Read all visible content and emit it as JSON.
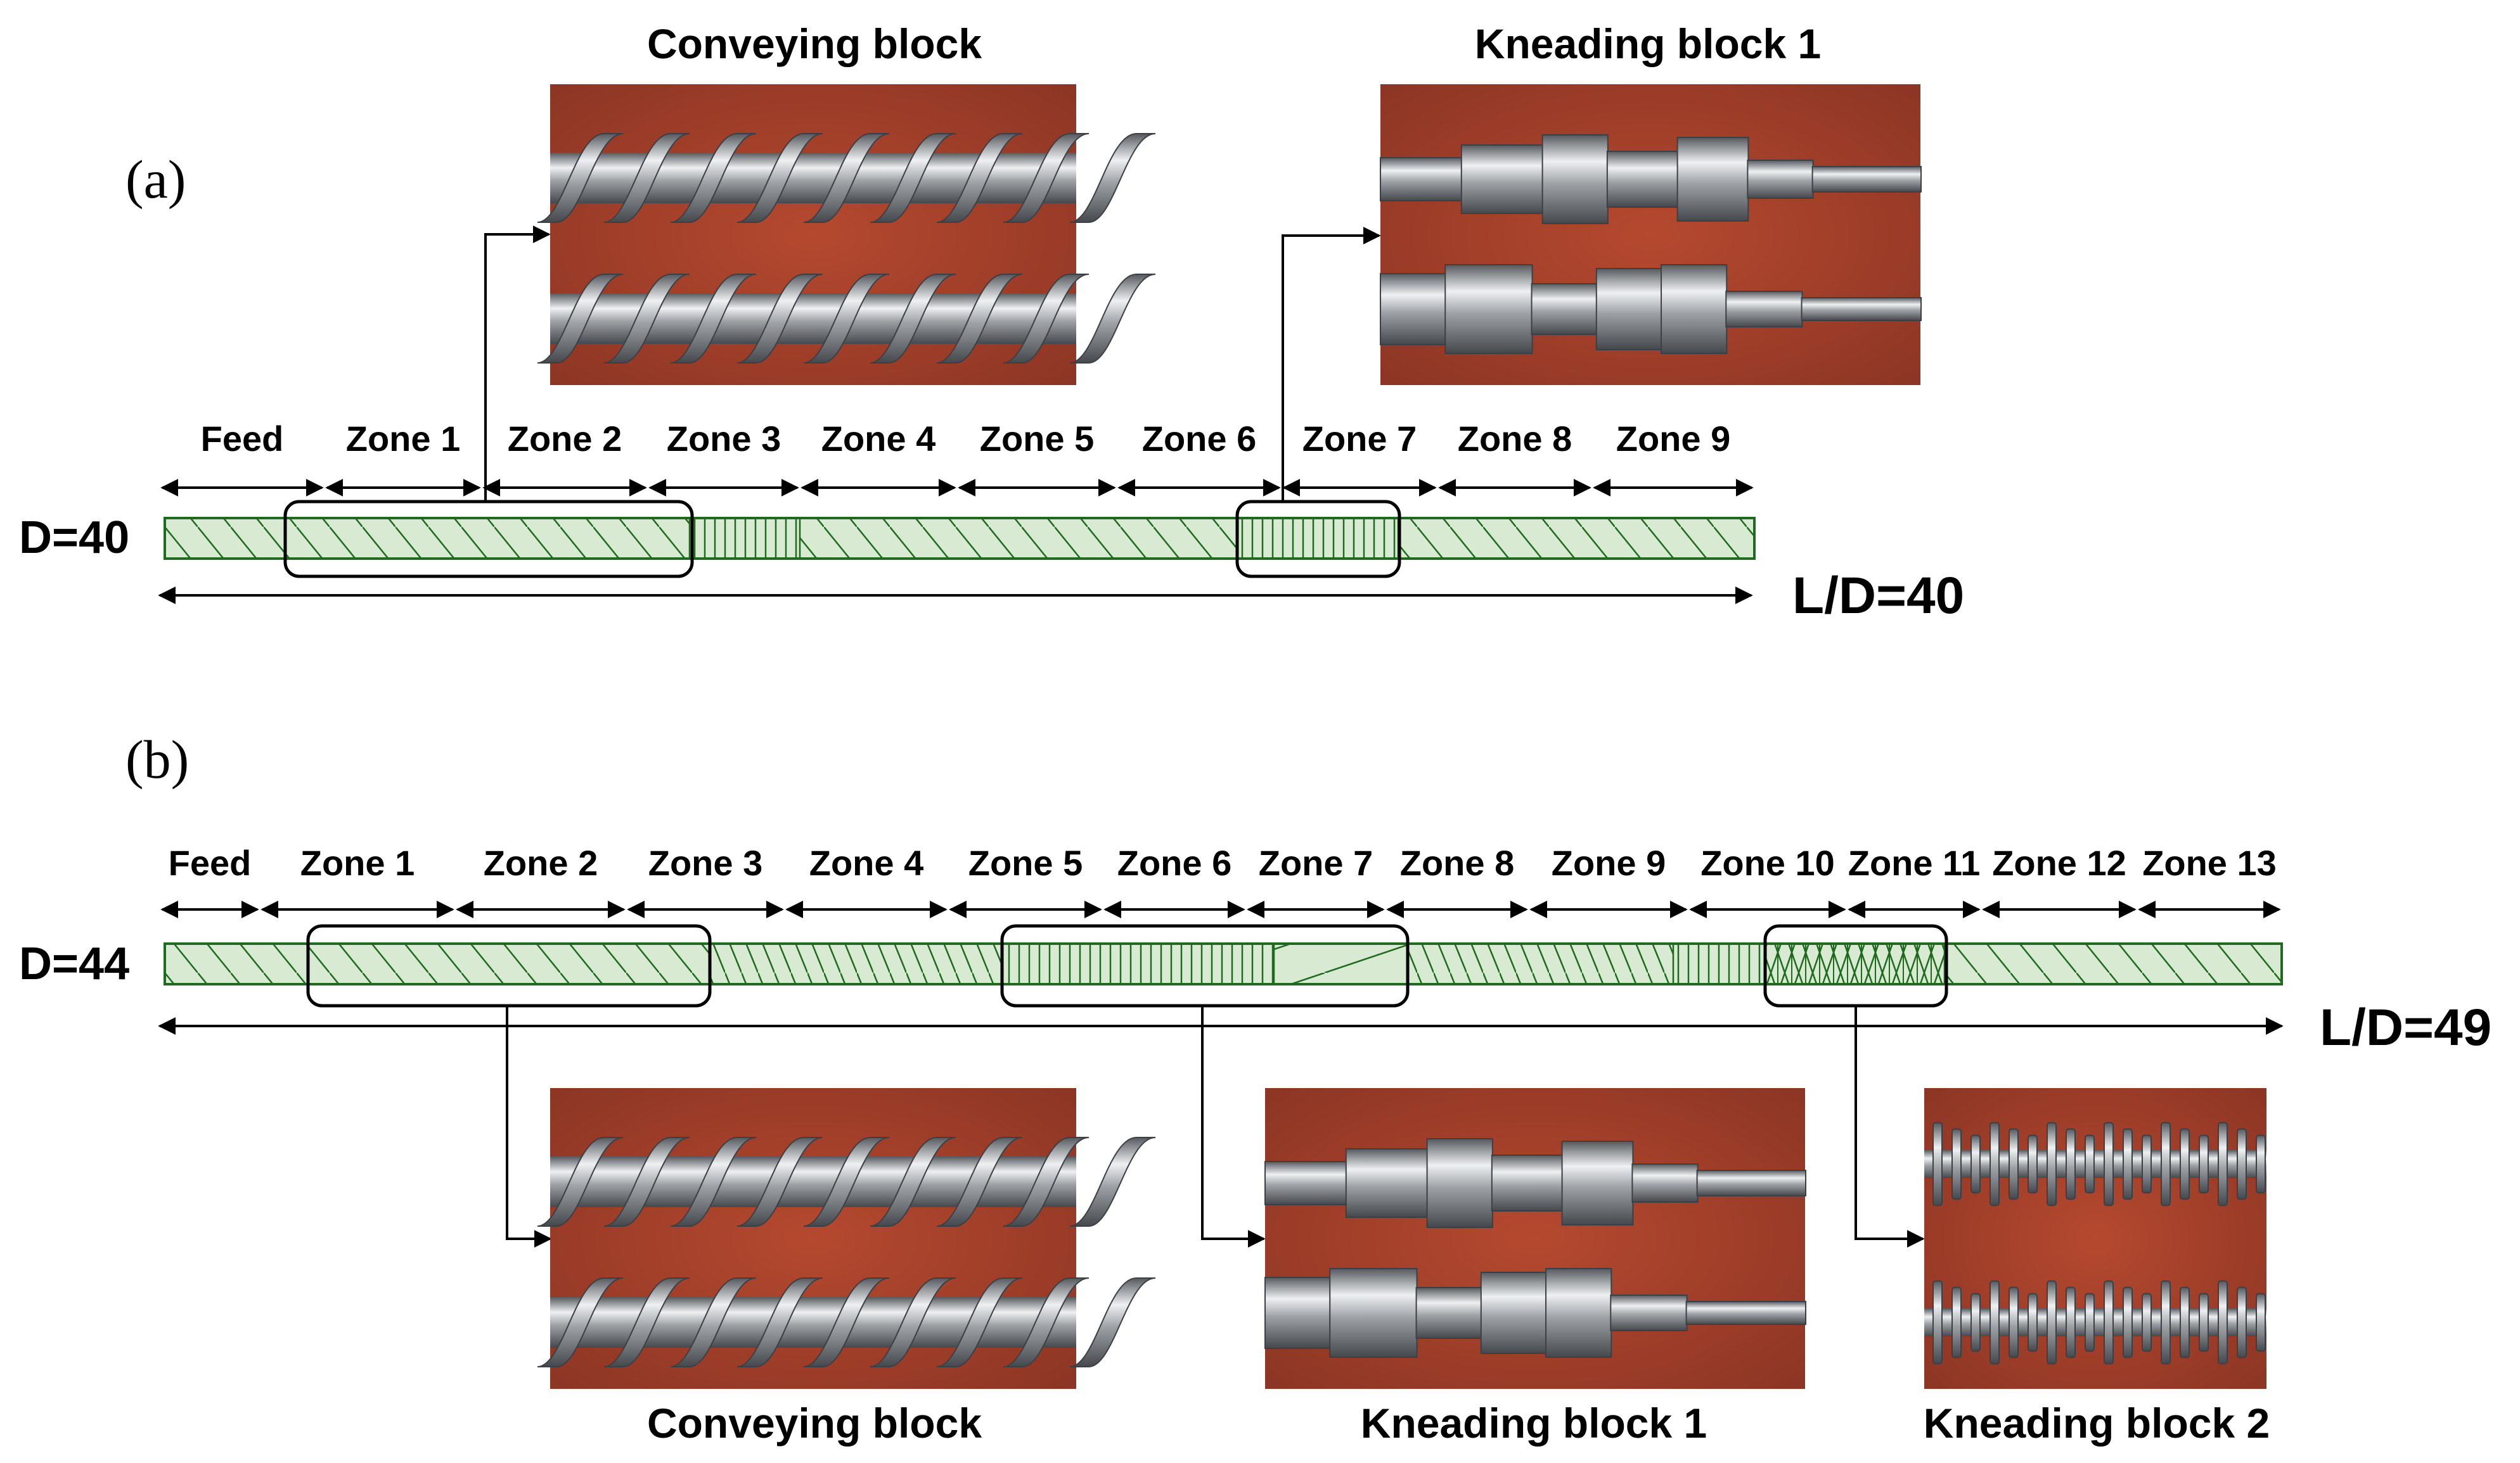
{
  "panels": [
    {
      "label": "(a)",
      "diameter_label": "D=40",
      "ratio_label": "L/D=40",
      "zones": [
        "Feed",
        "Zone 1",
        "Zone 2",
        "Zone 3",
        "Zone 4",
        "Zone 5",
        "Zone 6",
        "Zone 7",
        "Zone 8",
        "Zone 9"
      ],
      "highlighted_blocks": [
        {
          "title": "Conveying block",
          "photo": "conveying-screw-photo"
        },
        {
          "title": "Kneading block 1",
          "photo": "kneading-block-photo"
        }
      ]
    },
    {
      "label": "(b)",
      "diameter_label": "D=44",
      "ratio_label": "L/D=49",
      "zones": [
        "Feed",
        "Zone 1",
        "Zone 2",
        "Zone 3",
        "Zone 4",
        "Zone 5",
        "Zone 6",
        "Zone 7",
        "Zone 8",
        "Zone 9",
        "Zone 10",
        "Zone 11",
        "Zone 12",
        "Zone 13"
      ],
      "highlighted_blocks": [
        {
          "title": "Conveying block",
          "photo": "conveying-screw-photo"
        },
        {
          "title": "Kneading block 1",
          "photo": "kneading-block-photo"
        },
        {
          "title": "Kneading block 2",
          "photo": "kneading-disc-photo"
        }
      ]
    }
  ],
  "colors": {
    "screw_fill": "#d9ead3",
    "screw_hatch": "#1e6b1e",
    "photo_background": "#a8412c",
    "metal": "#b9bcc0"
  }
}
